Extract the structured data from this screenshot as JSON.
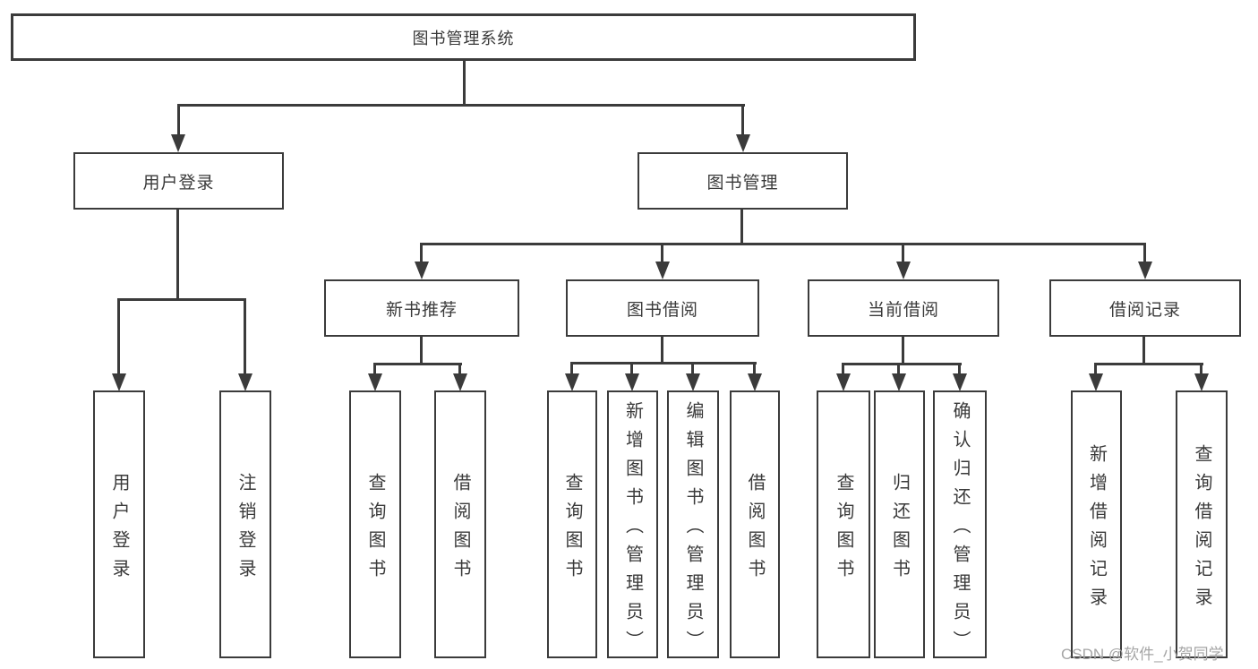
{
  "colors": {
    "background": "#ffffff",
    "line": "#3b3b3b",
    "text": "#3a3a3a",
    "watermark": "#a5a5a5"
  },
  "watermark": {
    "text": "CSDN @软件_小贺同学"
  },
  "tree": {
    "root": {
      "label": "图书管理系统",
      "children": [
        {
          "label": "用户登录",
          "children": [
            {
              "label": "用户登录"
            },
            {
              "label": "注销登录"
            }
          ]
        },
        {
          "label": "图书管理",
          "children": [
            {
              "label": "新书推荐",
              "children": [
                {
                  "label": "查询图书"
                },
                {
                  "label": "借阅图书"
                }
              ]
            },
            {
              "label": "图书借阅",
              "children": [
                {
                  "label": "查询图书"
                },
                {
                  "label": "新增图书（管理员）"
                },
                {
                  "label": "编辑图书（管理员）"
                },
                {
                  "label": "借阅图书"
                }
              ]
            },
            {
              "label": "当前借阅",
              "children": [
                {
                  "label": "查询图书"
                },
                {
                  "label": "归还图书"
                },
                {
                  "label": "确认归还（管理员）"
                }
              ]
            },
            {
              "label": "借阅记录",
              "children": [
                {
                  "label": "新增借阅记录"
                },
                {
                  "label": "查询借阅记录"
                }
              ]
            }
          ]
        }
      ]
    }
  }
}
